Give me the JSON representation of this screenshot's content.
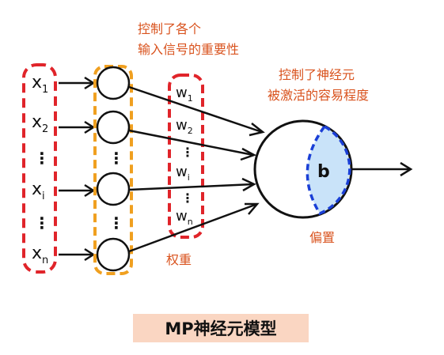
{
  "colors": {
    "annotation": "#d9531e",
    "red_dash": "#e0242a",
    "orange_dash": "#f0a020",
    "blue_dash": "#1a3fd6",
    "bias_fill": "#c9e3f9",
    "title_bg": "#fad6c2",
    "ink": "#111111"
  },
  "annotations": {
    "input_weight_line1": "控制了各个",
    "input_weight_line2": "输入信号的重要性",
    "bias_line1": "控制了神经元",
    "bias_line2": "被激活的容易程度",
    "weights_caption": "权重",
    "bias_caption": "偏置"
  },
  "inputs": {
    "x1": {
      "base": "x",
      "sub": "1"
    },
    "x2": {
      "base": "x",
      "sub": "2"
    },
    "xi": {
      "base": "x",
      "sub": "i"
    },
    "xn": {
      "base": "x",
      "sub": "n"
    }
  },
  "weights": {
    "w1": {
      "base": "w",
      "sub": "1"
    },
    "w2": {
      "base": "w",
      "sub": "2"
    },
    "wi": {
      "base": "w",
      "sub": "i"
    },
    "wn": {
      "base": "w",
      "sub": "n"
    }
  },
  "ellipsis": "⋮",
  "bias_symbol": "b",
  "title": "MP神经元模型"
}
